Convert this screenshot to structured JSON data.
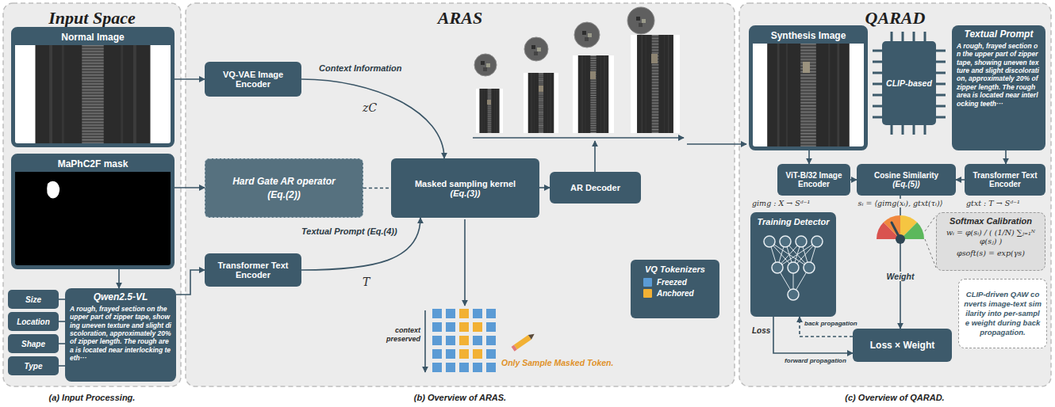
{
  "diagram": {
    "nodes": [
      {
        "text": [
          "Input Space"
        ]
      },
      {
        "text": [
          "Normal Image"
        ],
        "in": 0
      },
      {
        "text": [
          "MaPhC2F mask"
        ],
        "in": 0
      },
      {
        "text": [
          "Size"
        ],
        "in": 0
      },
      {
        "text": [
          "Location"
        ],
        "in": 0
      },
      {
        "text": [
          "Shape"
        ],
        "in": 0
      },
      {
        "text": [
          "Type"
        ],
        "in": 0
      },
      {
        "text": [
          "Qwen2.5-VL",
          "A rough, frayed section on the upper part of zipper tape, showing uneven texture and slight discoloration, approximately 20% of zipper length. The rough area is located near interlocking teeth···"
        ],
        "in": 0
      },
      {
        "text": [
          "ARAS"
        ]
      },
      {
        "text": [
          "VQ-VAE Image Encoder"
        ],
        "in": 8
      },
      {
        "text": [
          "Hard Gate AR operator",
          "(Eq.(2))"
        ],
        "in": 8
      },
      {
        "text": [
          "Masked sampling kernel",
          "(Eq.(3))"
        ],
        "in": 8
      },
      {
        "text": [
          "AR Decoder"
        ],
        "in": 8
      },
      {
        "text": [
          "Transformer Text Encoder"
        ],
        "in": 8
      },
      {
        "text": [
          "VQ Tokenizers"
        ],
        "in": 8
      },
      {
        "text": [
          "QARAD"
        ]
      },
      {
        "text": [
          "Synthesis Image"
        ],
        "in": 15
      },
      {
        "text": [
          "CLIP-based"
        ],
        "in": 15
      },
      {
        "text": [
          "Textual Prompt",
          "A rough, frayed section on the upper part of zipper tape, showing uneven texture and slight discoloration, approximately 20% of zipper length. The rough area is located near interlocking teeth···"
        ],
        "in": 15
      },
      {
        "text": [
          "ViT-B/32 Image Encoder"
        ],
        "in": 15
      },
      {
        "text": [
          "Cosine Similarity",
          "(Eq.(5))"
        ],
        "in": 15
      },
      {
        "text": [
          "Transformer Text Encoder"
        ],
        "in": 15
      },
      {
        "text": [
          "Training Detector"
        ],
        "in": 15
      },
      {
        "text": [
          "Softmax Calibration",
          "wᵢ = φ(sᵢ) / ( (1/N) ∑ⱼ₌₁ᴺ φ(sⱼ) )",
          "φsoft(s) = exp(γs)"
        ],
        "in": 15
      },
      {
        "text": [
          "Loss × Weight"
        ],
        "in": 15
      },
      {
        "text": [
          "CLIP-driven QAW converts image-text similarity into per-sample weight during back propagation."
        ],
        "in": 15
      }
    ],
    "edges": [
      {
        "from": 1,
        "to": 9,
        "arrow": "to"
      },
      {
        "from": 2,
        "to": 10,
        "arrow": "to"
      },
      {
        "from": 2,
        "to": 7,
        "arrow": "to"
      },
      {
        "from": 3,
        "to": 7,
        "arrow": "none"
      },
      {
        "from": 4,
        "to": 7,
        "arrow": "none"
      },
      {
        "from": 5,
        "to": 7,
        "arrow": "none"
      },
      {
        "from": 6,
        "to": 7,
        "arrow": "none"
      },
      {
        "from": 7,
        "to": 13,
        "arrow": "to"
      },
      {
        "from": 9,
        "to": 11,
        "label": "Context Information",
        "arrow": "to"
      },
      {
        "from": 10,
        "to": 11,
        "arrow": "none"
      },
      {
        "from": 13,
        "to": 11,
        "label": "Textual Prompt (Eq.(4))",
        "arrow": "to"
      },
      {
        "from": 11,
        "to": 12,
        "arrow": "to"
      },
      {
        "from": 16,
        "to": 19,
        "arrow": "to"
      },
      {
        "from": 18,
        "to": 21,
        "arrow": "to"
      },
      {
        "from": 19,
        "to": 20,
        "arrow": "to"
      },
      {
        "from": 21,
        "to": 20,
        "arrow": "to"
      },
      {
        "from": 20,
        "to": 24,
        "label": "Weight",
        "arrow": "to"
      },
      {
        "from": 22,
        "to": 24,
        "label": "forward propagation",
        "arrow": "to"
      },
      {
        "from": 24,
        "to": 22,
        "label": "back propagation",
        "arrow": "to"
      }
    ],
    "labels": [
      "zC",
      "T",
      "context preserved",
      "Only Sample Masked Token.",
      "gimg : X → Sᵈ⁻¹",
      "sᵢ = ⟨gimg(xᵢ), gtxt(τᵢ)⟩",
      "gtxt : T → Sᵈ⁻¹",
      "Loss",
      "(a) Input Processing.",
      "(b) Overview of ARAS.",
      "(c) Overview of QARAD."
    ],
    "legend": [
      {
        "text": "Freezed",
        "color": "#5b9bd5"
      },
      {
        "text": "Anchored",
        "color": "#f2b134"
      }
    ]
  }
}
